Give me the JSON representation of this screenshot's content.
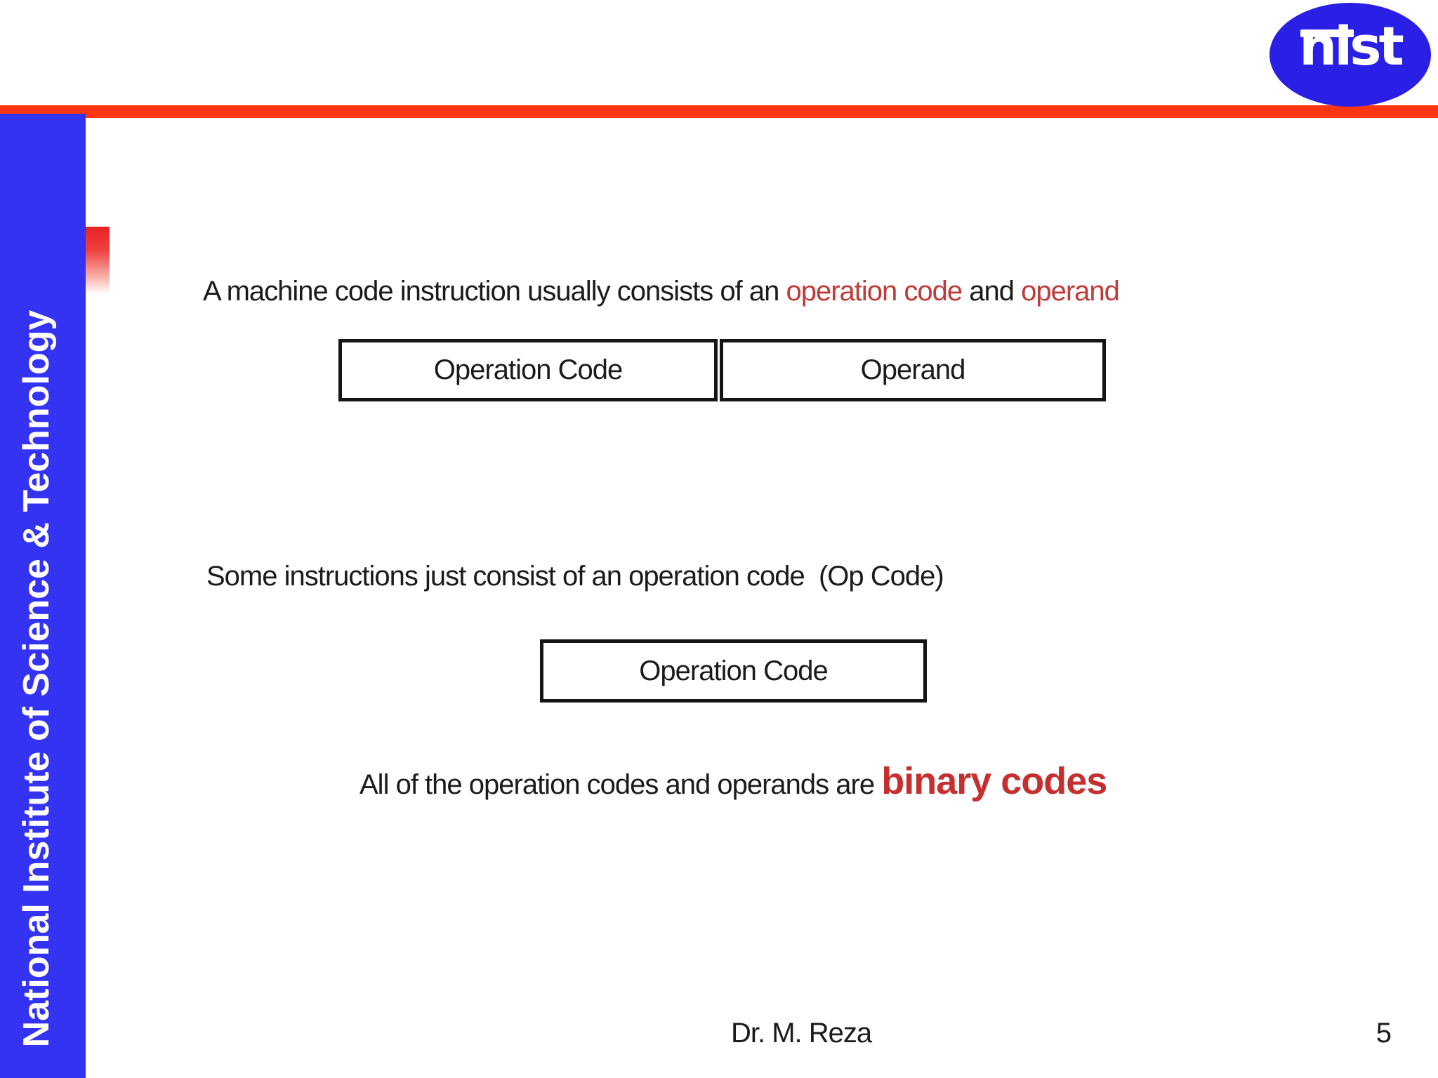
{
  "sidebar": {
    "text": "National Institute of Science & Technology"
  },
  "logo": {
    "text": "nist"
  },
  "content": {
    "line1": {
      "prefix": "A machine code instruction usually consists of an ",
      "highlight_op_code": "operation code",
      "connector": " and ",
      "highlight_operand": "operand"
    },
    "box1": {
      "cells": [
        "Operation Code",
        "Operand"
      ]
    },
    "line2": "Some instructions just consist of an operation code  (Op Code)",
    "box2": {
      "label": "Operation Code"
    },
    "line3": {
      "prefix": "All of the operation codes and operands are ",
      "highlight": "binary codes"
    }
  },
  "footer": {
    "author": "Dr. M. Reza",
    "page_number": "5"
  },
  "colors": {
    "sidebar_blue": "#3533f2",
    "logo_blue": "#2a1fe4",
    "accent_orange": "#fd3610",
    "highlight_red": "#bf3a38",
    "binary_red": "#c62f2f",
    "text_black": "#1b1b1b"
  }
}
